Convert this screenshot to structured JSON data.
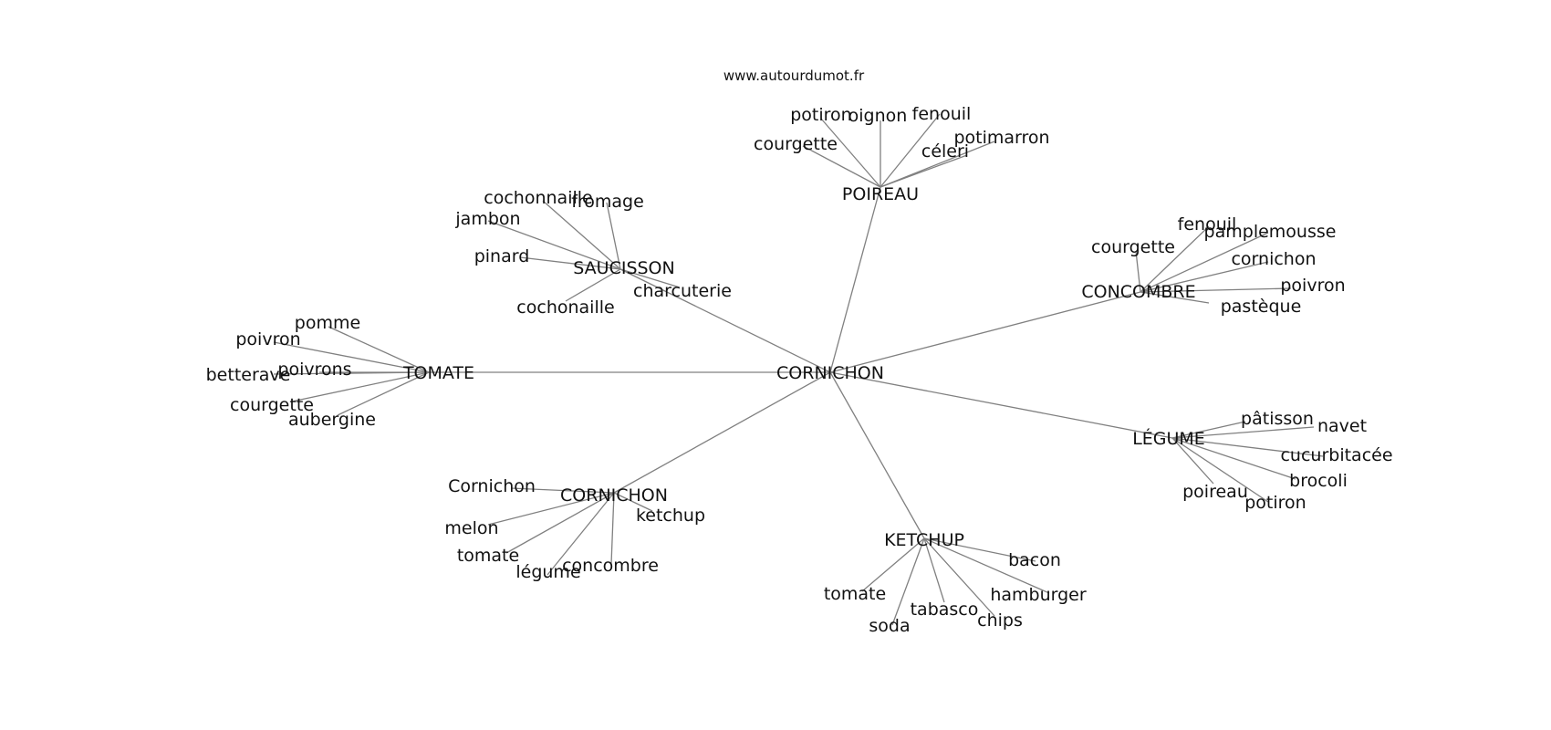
{
  "source": "www.autourdumot.fr",
  "graph": {
    "root": "CORNICHON",
    "hubs": [
      {
        "id": "poireau",
        "label": "POIREAU",
        "children": [
          "potiron",
          "oignon",
          "fenouil",
          "potimarron",
          "céleri",
          "courgette"
        ]
      },
      {
        "id": "saucisson",
        "label": "SAUCISSON",
        "children": [
          "cochonnaille",
          "fromage",
          "jambon",
          "pinard",
          "cochonaille",
          "charcuterie"
        ]
      },
      {
        "id": "concombre",
        "label": "CONCOMBRE",
        "children": [
          "fenouil",
          "pamplemousse",
          "courgette",
          "cornichon",
          "poivron",
          "pastèque"
        ]
      },
      {
        "id": "tomate",
        "label": "TOMATE",
        "children": [
          "pomme",
          "poivron",
          "poivrons",
          "betterave",
          "courgette",
          "aubergine"
        ]
      },
      {
        "id": "legume",
        "label": "LÉGUME",
        "children": [
          "pâtisson",
          "navet",
          "cucurbitacée",
          "brocoli",
          "poireau",
          "potiron"
        ]
      },
      {
        "id": "cornichon2",
        "label": "CORNICHON",
        "children": [
          "Cornichon",
          "ketchup",
          "melon",
          "tomate",
          "légume",
          "concombre"
        ]
      },
      {
        "id": "ketchup",
        "label": "KETCHUP",
        "children": [
          "bacon",
          "hamburger",
          "tomate",
          "tabasco",
          "chips",
          "soda"
        ]
      }
    ]
  }
}
